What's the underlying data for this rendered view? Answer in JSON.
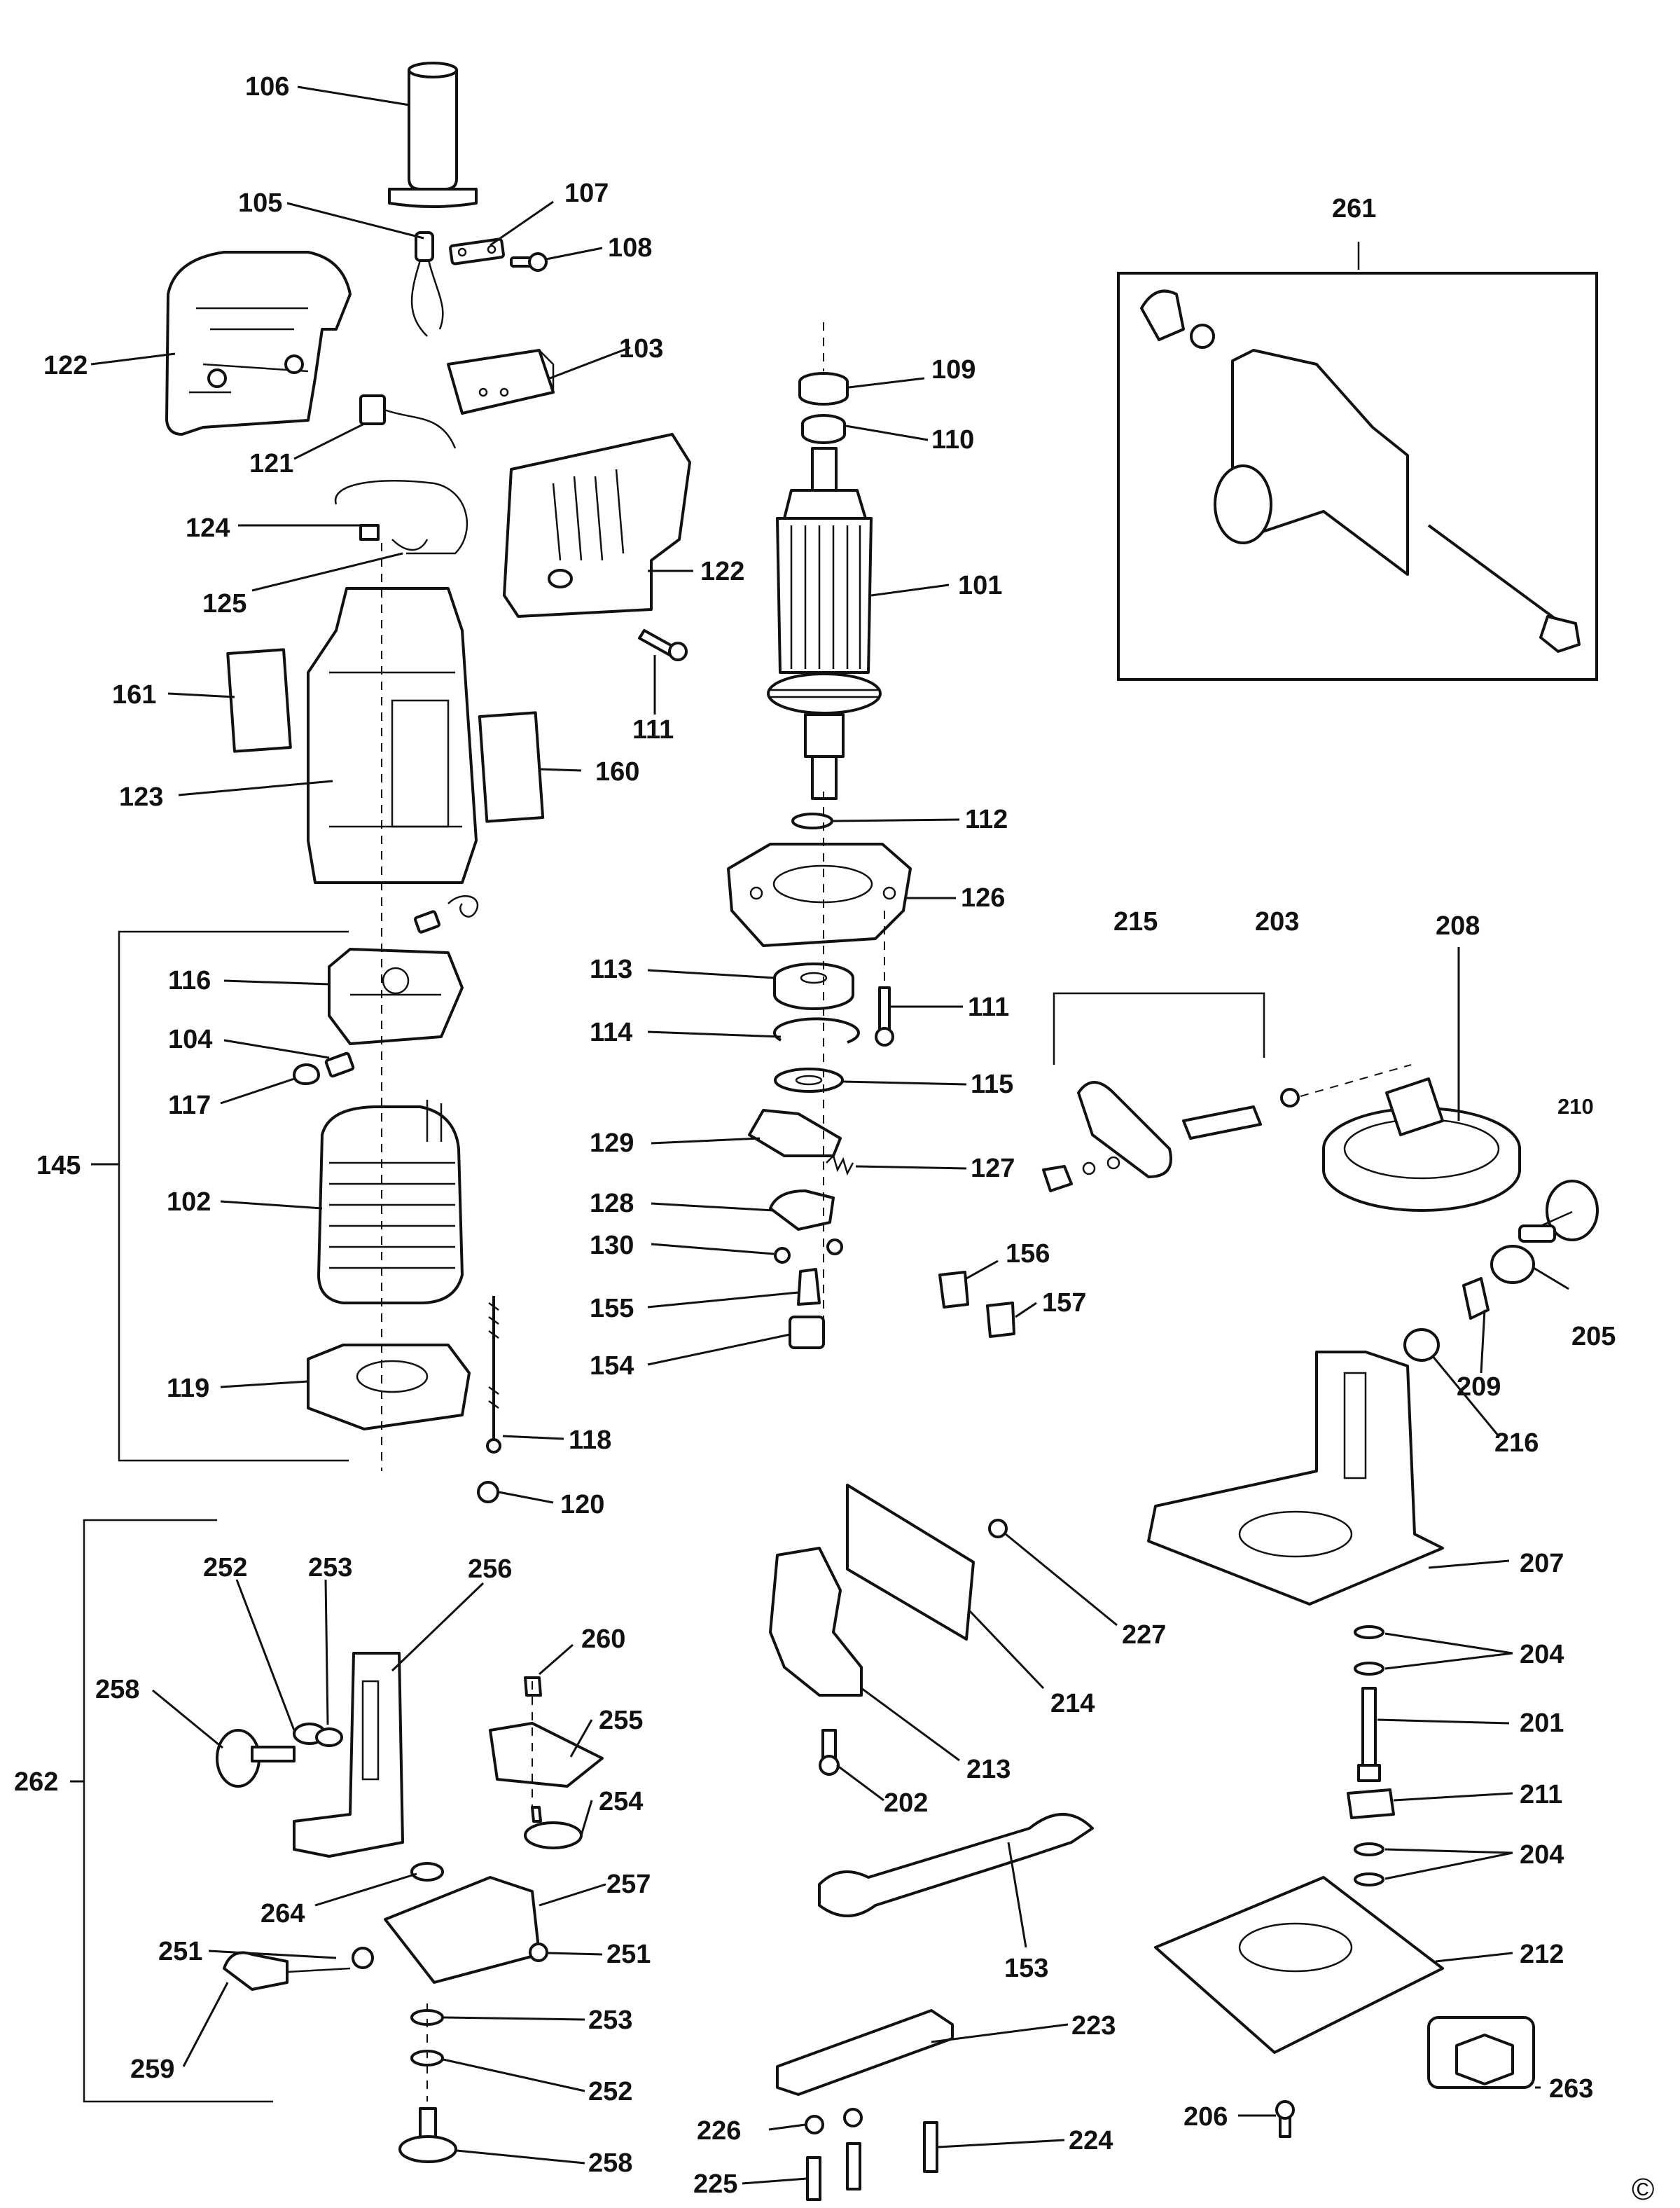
{
  "labels": {
    "l106": "106",
    "l105": "105",
    "l107": "107",
    "l108": "108",
    "l122a": "122",
    "l103": "103",
    "l121": "121",
    "l124": "124",
    "l125": "125",
    "l122b": "122",
    "l111a": "111",
    "l161": "161",
    "l123": "123",
    "l160": "160",
    "l116": "116",
    "l104": "104",
    "l117": "117",
    "l145": "145",
    "l102": "102",
    "l119": "119",
    "l118": "118",
    "l120": "120",
    "l109": "109",
    "l110": "110",
    "l101": "101",
    "l112": "112",
    "l126": "126",
    "l113": "113",
    "l111b": "111",
    "l114": "114",
    "l115": "115",
    "l129": "129",
    "l127": "127",
    "l128": "128",
    "l130": "130",
    "l155": "155",
    "l154": "154",
    "l156": "156",
    "l157": "157",
    "l261": "261",
    "l215": "215",
    "l203": "203",
    "l208": "208",
    "l210": "210",
    "l205": "205",
    "l209": "209",
    "l216": "216",
    "l207": "207",
    "l204a": "204",
    "l201": "201",
    "l211": "211",
    "l204b": "204",
    "l212": "212",
    "l263": "263",
    "l206": "206",
    "l262": "262",
    "l252a": "252",
    "l253a": "253",
    "l256": "256",
    "l258a": "258",
    "l260": "260",
    "l255": "255",
    "l254": "254",
    "l264": "264",
    "l257": "257",
    "l251a": "251",
    "l251b": "251",
    "l259": "259",
    "l253b": "253",
    "l252b": "252",
    "l258b": "258",
    "l227": "227",
    "l214": "214",
    "l213": "213",
    "l202": "202",
    "l153": "153",
    "l223": "223",
    "l226": "226",
    "l224": "224",
    "l225": "225"
  },
  "copyright_symbol": "©"
}
